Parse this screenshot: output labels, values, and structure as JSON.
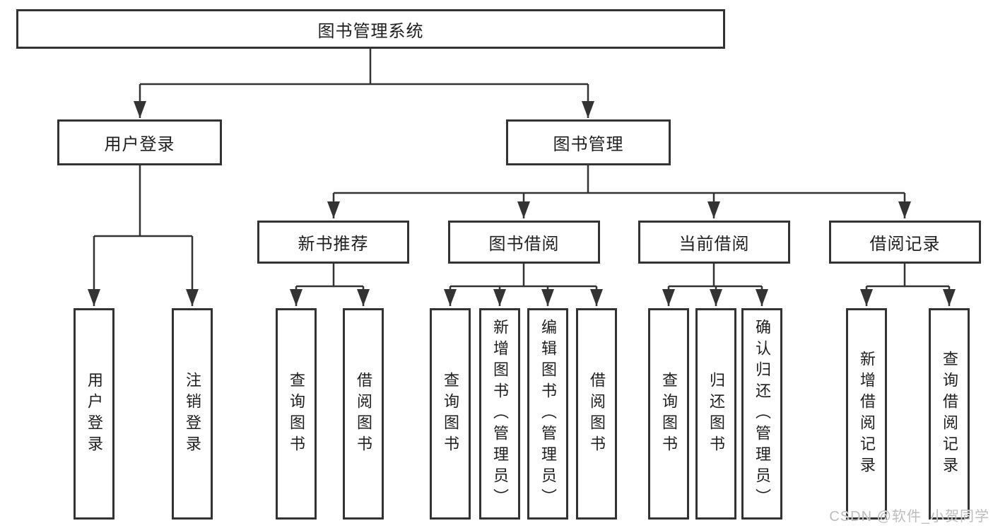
{
  "diagram": {
    "root": {
      "label": "图书管理系统"
    },
    "branches": [
      {
        "label": "用户登录",
        "children": [
          {
            "label": "用户登录"
          },
          {
            "label": "注销登录"
          }
        ]
      },
      {
        "label": "图书管理",
        "children": [
          {
            "label": "新书推荐",
            "children": [
              {
                "label": "查询图书"
              },
              {
                "label": "借阅图书"
              }
            ]
          },
          {
            "label": "图书借阅",
            "children": [
              {
                "label": "查询图书"
              },
              {
                "label": "新增图书（管理员）"
              },
              {
                "label": "编辑图书（管理员）"
              },
              {
                "label": "借阅图书"
              }
            ]
          },
          {
            "label": "当前借阅",
            "children": [
              {
                "label": "查询图书"
              },
              {
                "label": "归还图书"
              },
              {
                "label": "确认归还（管理员）"
              }
            ]
          },
          {
            "label": "借阅记录",
            "children": [
              {
                "label": "新增借阅记录"
              },
              {
                "label": "查询借阅记录"
              }
            ]
          }
        ]
      }
    ]
  },
  "watermark": {
    "text": "CSDN @软件_小贺同学"
  },
  "colors": {
    "line": "#333333",
    "box_border": "#333333",
    "box_bg": "#ffffff",
    "text": "#1f1f1f",
    "background": "#ffffff",
    "watermark": "#bdbdbd"
  }
}
